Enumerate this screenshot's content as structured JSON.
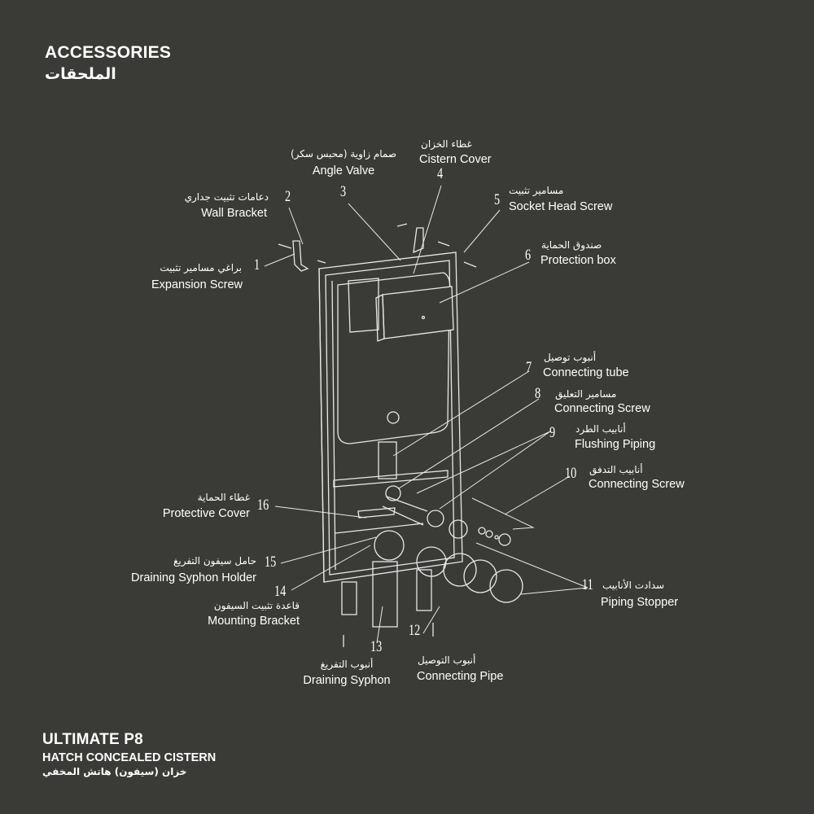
{
  "header": {
    "title_en": "ACCESSORIES",
    "title_ar": "الملحقات"
  },
  "footer": {
    "model": "ULTIMATE P8",
    "subtitle_en": "HATCH CONCEALED CISTERN",
    "subtitle_ar": "خزان (سيفون) هاتش المخفي"
  },
  "parts": [
    {
      "num": "1",
      "ar": "براغي مسامير تثبيت",
      "en": "Expansion Screw"
    },
    {
      "num": "2",
      "ar": "دعامات تثبيت جداري",
      "en": "Wall Bracket"
    },
    {
      "num": "3",
      "ar": "صمام زاوية (محبس سكر)",
      "en": "Angle Valve"
    },
    {
      "num": "4",
      "ar": "غطاء الخزان",
      "en": "Cistern Cover"
    },
    {
      "num": "5",
      "ar": "مسامير تثبيت",
      "en": "Socket Head Screw"
    },
    {
      "num": "6",
      "ar": "صندوق الحماية",
      "en": "Protection box"
    },
    {
      "num": "7",
      "ar": "أنبوب توصيل",
      "en": "Connecting tube"
    },
    {
      "num": "8",
      "ar": "مسامير التعليق",
      "en": "Connecting Screw"
    },
    {
      "num": "9",
      "ar": "أنابيب الطرد",
      "en": "Flushing Piping"
    },
    {
      "num": "10",
      "ar": "أنابيب التدفق",
      "en": "Connecting Screw"
    },
    {
      "num": "11",
      "ar": "سدادت الأنابيب",
      "en": "Piping Stopper"
    },
    {
      "num": "12",
      "ar": "أنبوب التوصيل",
      "en": "Connecting Pipe"
    },
    {
      "num": "13",
      "ar": "أنبوب التفريغ",
      "en": "Draining Syphon"
    },
    {
      "num": "14",
      "ar": "قاعدة تثبيت السيفون",
      "en": "Mounting Bracket"
    },
    {
      "num": "15",
      "ar": "حامل سيفون التفريغ",
      "en": "Draining Syphon Holder"
    },
    {
      "num": "16",
      "ar": "غطاء الحماية",
      "en": "Protective Cover"
    }
  ]
}
